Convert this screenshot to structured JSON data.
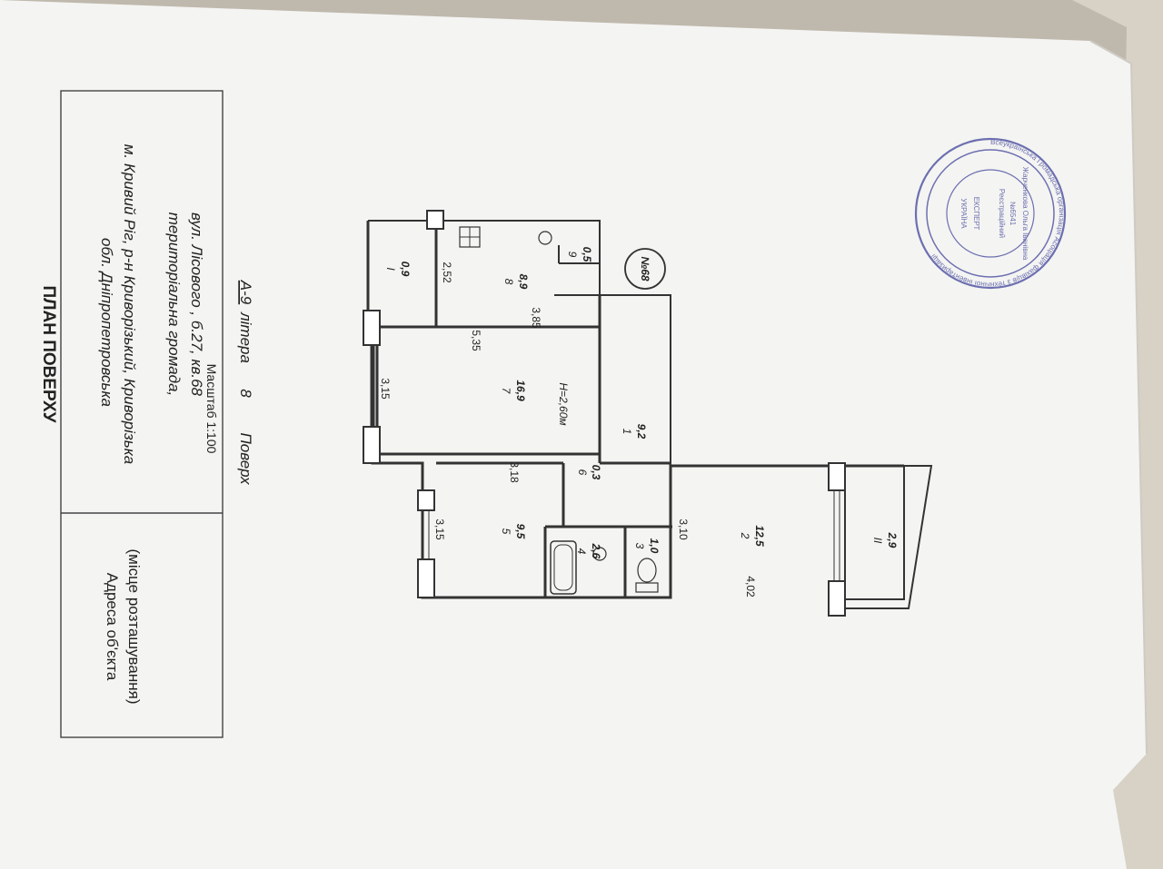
{
  "document": {
    "title": "ПЛАН ПОВЕРХУ",
    "address_label_line1": "Адреса об'єкта",
    "address_label_line2": "(місце розташування)",
    "address_lines": [
      "обл. Дніпропетровська",
      "м. Кривий Ріг, р-н Криворізький, Криворізька",
      "територіальна громада,",
      "вул. Лісового , б.27, кв.68"
    ],
    "scale": "Масштаб 1:100",
    "floor_label": "Поверх",
    "floor_value": "8",
    "letter_label": "літера",
    "letter_value": "А-9"
  },
  "plan": {
    "apartment_number": "№68",
    "ceiling_height": "H=2,60м",
    "rooms": [
      {
        "num": "1",
        "area": "9,2"
      },
      {
        "num": "2",
        "area": "12,5"
      },
      {
        "num": "3",
        "area": "1,0"
      },
      {
        "num": "4",
        "area": "2,6"
      },
      {
        "num": "5",
        "area": "9,5"
      },
      {
        "num": "6",
        "area": "0,3"
      },
      {
        "num": "7",
        "area": "16,9"
      },
      {
        "num": "8",
        "area": "8,9"
      },
      {
        "num": "9",
        "area": "0,5"
      },
      {
        "num": "I",
        "area": "0,9"
      },
      {
        "num": "II",
        "area": "2,9"
      }
    ],
    "dimensions": [
      "2,52",
      "3,85",
      "5,35",
      "3,15",
      "3,18",
      "3,15",
      "3,10",
      "4,02"
    ]
  },
  "stamp": {
    "ring_text": "Всеукраїнська Громадська організація Асоціація фахівців з технічної інвентаризації",
    "inner_lines": [
      "УКРАЇНА",
      "ЕКСПЕРТ",
      "Реєстраційний",
      "№6541",
      "Жарченкова Ольга Іванівна"
    ]
  }
}
